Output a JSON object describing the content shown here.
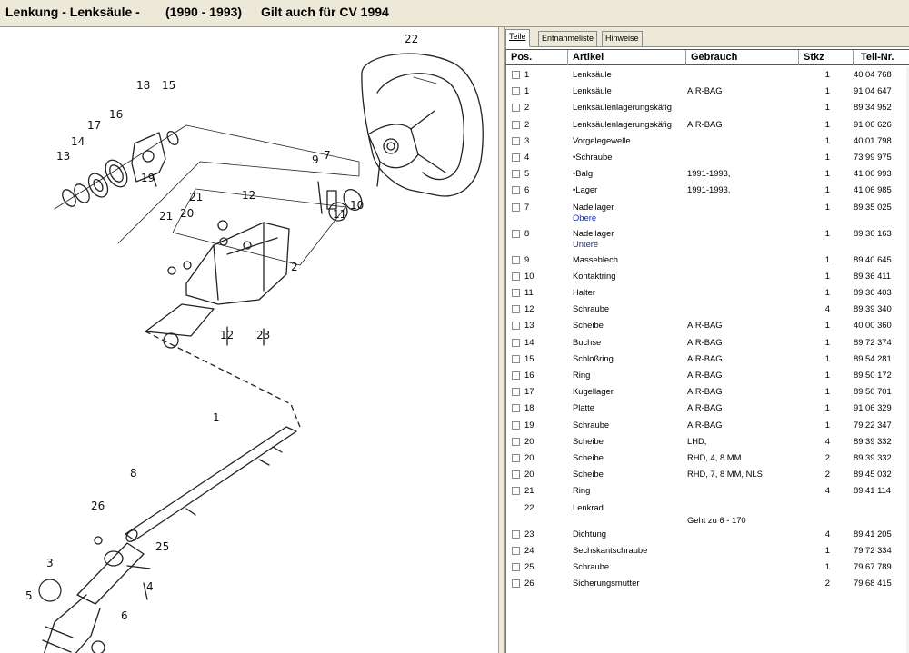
{
  "title": {
    "part1": "Lenkung - Lenksäule -",
    "part2": "(1990 - 1993)",
    "part3": "Gilt auch für CV 1994"
  },
  "tabs": [
    {
      "label": "Teile",
      "active": true
    },
    {
      "label": "Entnahmeliste",
      "active": false
    },
    {
      "label": "Hinweise",
      "active": false
    }
  ],
  "columns": {
    "pos": "Pos.",
    "artikel": "Artikel",
    "gebrauch": "Gebrauch",
    "stkz": "Stkz",
    "teilnr": "Teil-Nr."
  },
  "rows": [
    {
      "pos": "1",
      "artikel": "Lenksäule",
      "sub": "",
      "gebrauch": "",
      "gebrauch2": "",
      "stkz": "1",
      "teilnr": "40 04 768",
      "checkbox": true
    },
    {
      "pos": "1",
      "artikel": "Lenksäule",
      "sub": "",
      "gebrauch": "AIR-BAG",
      "gebrauch2": "",
      "stkz": "1",
      "teilnr": "91 04 647",
      "checkbox": true
    },
    {
      "pos": "2",
      "artikel": "Lenksäulenlagerungskäfig",
      "sub": "",
      "gebrauch": "",
      "gebrauch2": "",
      "stkz": "1",
      "teilnr": "89 34 952",
      "checkbox": true
    },
    {
      "pos": "2",
      "artikel": "Lenksäulenlagerungskäfig",
      "sub": "",
      "gebrauch": "AIR-BAG",
      "gebrauch2": "",
      "stkz": "1",
      "teilnr": "91 06 626",
      "checkbox": true
    },
    {
      "pos": "3",
      "artikel": "Vorgelegewelle",
      "sub": "",
      "gebrauch": "",
      "gebrauch2": "",
      "stkz": "1",
      "teilnr": "40 01 798",
      "checkbox": true
    },
    {
      "pos": "4",
      "artikel": "•Schraube",
      "sub": "",
      "gebrauch": "",
      "gebrauch2": "",
      "stkz": "1",
      "teilnr": "73 99 975",
      "checkbox": true
    },
    {
      "pos": "5",
      "artikel": "•Balg",
      "sub": "",
      "gebrauch": "1991-1993,",
      "gebrauch2": "",
      "stkz": "1",
      "teilnr": "41 06 993",
      "checkbox": true
    },
    {
      "pos": "6",
      "artikel": "•Lager",
      "sub": "",
      "gebrauch": "1991-1993,",
      "gebrauch2": "",
      "stkz": "1",
      "teilnr": "41 06 985",
      "checkbox": true
    },
    {
      "pos": "7",
      "artikel": "Nadellager",
      "sub": "Obere",
      "gebrauch": "",
      "gebrauch2": "",
      "stkz": "1",
      "teilnr": "89 35 025",
      "checkbox": true
    },
    {
      "pos": "8",
      "artikel": "Nadellager",
      "sub": "Untere",
      "gebrauch": "",
      "gebrauch2": "",
      "stkz": "1",
      "teilnr": "89 36 163",
      "checkbox": true
    },
    {
      "pos": "9",
      "artikel": "Masseblech",
      "sub": "",
      "gebrauch": "",
      "gebrauch2": "",
      "stkz": "1",
      "teilnr": "89 40 645",
      "checkbox": true
    },
    {
      "pos": "10",
      "artikel": "Kontaktring",
      "sub": "",
      "gebrauch": "",
      "gebrauch2": "",
      "stkz": "1",
      "teilnr": "89 36 411",
      "checkbox": true
    },
    {
      "pos": "11",
      "artikel": "Halter",
      "sub": "",
      "gebrauch": "",
      "gebrauch2": "",
      "stkz": "1",
      "teilnr": "89 36 403",
      "checkbox": true
    },
    {
      "pos": "12",
      "artikel": "Schraube",
      "sub": "",
      "gebrauch": "",
      "gebrauch2": "",
      "stkz": "4",
      "teilnr": "89 39 340",
      "checkbox": true
    },
    {
      "pos": "13",
      "artikel": "Scheibe",
      "sub": "",
      "gebrauch": "AIR-BAG",
      "gebrauch2": "",
      "stkz": "1",
      "teilnr": "40 00 360",
      "checkbox": true
    },
    {
      "pos": "14",
      "artikel": "Buchse",
      "sub": "",
      "gebrauch": "AIR-BAG",
      "gebrauch2": "",
      "stkz": "1",
      "teilnr": "89 72 374",
      "checkbox": true
    },
    {
      "pos": "15",
      "artikel": "Schloßring",
      "sub": "",
      "gebrauch": "AIR-BAG",
      "gebrauch2": "",
      "stkz": "1",
      "teilnr": "89 54 281",
      "checkbox": true
    },
    {
      "pos": "16",
      "artikel": "Ring",
      "sub": "",
      "gebrauch": "AIR-BAG",
      "gebrauch2": "",
      "stkz": "1",
      "teilnr": "89 50 172",
      "checkbox": true
    },
    {
      "pos": "17",
      "artikel": "Kugellager",
      "sub": "",
      "gebrauch": "AIR-BAG",
      "gebrauch2": "",
      "stkz": "1",
      "teilnr": "89 50 701",
      "checkbox": true
    },
    {
      "pos": "18",
      "artikel": "Platte",
      "sub": "",
      "gebrauch": "AIR-BAG",
      "gebrauch2": "",
      "stkz": "1",
      "teilnr": "91 06 329",
      "checkbox": true
    },
    {
      "pos": "19",
      "artikel": "Schraube",
      "sub": "",
      "gebrauch": "AIR-BAG",
      "gebrauch2": "",
      "stkz": "1",
      "teilnr": "79 22 347",
      "checkbox": true
    },
    {
      "pos": "20",
      "artikel": "Scheibe",
      "sub": "",
      "gebrauch": "LHD,",
      "gebrauch2": "",
      "stkz": "4",
      "teilnr": "89 39 332",
      "checkbox": true
    },
    {
      "pos": "20",
      "artikel": "Scheibe",
      "sub": "",
      "gebrauch": "RHD, 4, 8 MM",
      "gebrauch2": "",
      "stkz": "2",
      "teilnr": "89 39 332",
      "checkbox": true
    },
    {
      "pos": "20",
      "artikel": "Scheibe",
      "sub": "",
      "gebrauch": "RHD, 7, 8 MM, NLS",
      "gebrauch2": "",
      "stkz": "2",
      "teilnr": "89 45 032",
      "checkbox": true
    },
    {
      "pos": "21",
      "artikel": "Ring",
      "sub": "",
      "gebrauch": "",
      "gebrauch2": "",
      "stkz": "4",
      "teilnr": "89 41 114",
      "checkbox": true
    },
    {
      "pos": "22",
      "artikel": "Lenkrad",
      "sub": "",
      "gebrauch": "",
      "gebrauch2": "Geht zu 6 - 170",
      "stkz": "",
      "teilnr": "",
      "checkbox": false
    },
    {
      "pos": "23",
      "artikel": "Dichtung",
      "sub": "",
      "gebrauch": "",
      "gebrauch2": "",
      "stkz": "4",
      "teilnr": "89 41 205",
      "checkbox": true
    },
    {
      "pos": "24",
      "artikel": "Sechskantschraube",
      "sub": "",
      "gebrauch": "",
      "gebrauch2": "",
      "stkz": "1",
      "teilnr": "79 72 334",
      "checkbox": true
    },
    {
      "pos": "25",
      "artikel": "Schraube",
      "sub": "",
      "gebrauch": "",
      "gebrauch2": "",
      "stkz": "1",
      "teilnr": "79 67 789",
      "checkbox": true
    },
    {
      "pos": "26",
      "artikel": "Sicherungsmutter",
      "sub": "",
      "gebrauch": "",
      "gebrauch2": "",
      "stkz": "2",
      "teilnr": "79 68 415",
      "checkbox": true
    }
  ],
  "diagram_labels": {
    "l1": "1",
    "l2": "2",
    "l3": "3",
    "l4": "4",
    "l5": "5",
    "l6": "6",
    "l7": "7",
    "l8": "8",
    "l9": "9",
    "l10": "10",
    "l11": "11",
    "l12a": "12",
    "l12b": "12",
    "l13": "13",
    "l14": "14",
    "l15": "15",
    "l16": "16",
    "l17": "17",
    "l18": "18",
    "l19": "19",
    "l20": "20",
    "l21a": "21",
    "l21b": "21",
    "l22": "22",
    "l23": "23",
    "l25": "25",
    "l26": "26"
  },
  "colors": {
    "window_face": "#ece9d8",
    "link_text": "#1a2fa0"
  }
}
